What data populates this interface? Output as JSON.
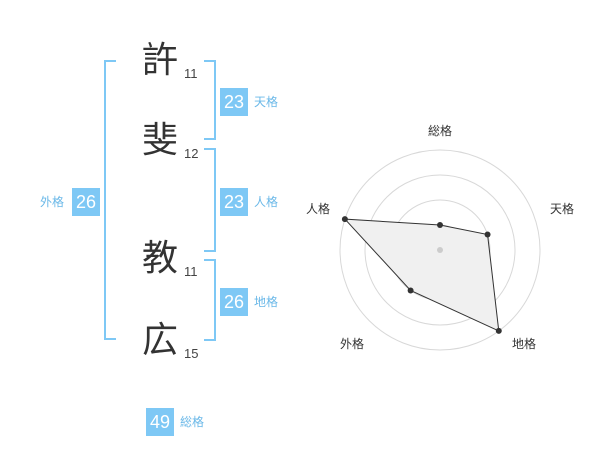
{
  "name": {
    "characters": [
      {
        "char": "許",
        "strokes": "11"
      },
      {
        "char": "斐",
        "strokes": "12"
      },
      {
        "char": "教",
        "strokes": "11"
      },
      {
        "char": "広",
        "strokes": "15"
      }
    ]
  },
  "fortune": {
    "tenkaku": {
      "value": "23",
      "label": "天格"
    },
    "jinkaku": {
      "value": "23",
      "label": "人格"
    },
    "chikaku": {
      "value": "26",
      "label": "地格"
    },
    "gaikaku": {
      "value": "26",
      "label": "外格"
    },
    "soukaku": {
      "value": "49",
      "label": "総格"
    }
  },
  "radar": {
    "axes": [
      "総格",
      "天格",
      "地格",
      "外格",
      "人格"
    ],
    "levels": [
      0.25,
      0.5,
      1.0,
      0.5,
      1.0
    ],
    "fill_color": "#f0f0f0",
    "line_color": "#333333",
    "ring_color": "#d8d8d8"
  }
}
